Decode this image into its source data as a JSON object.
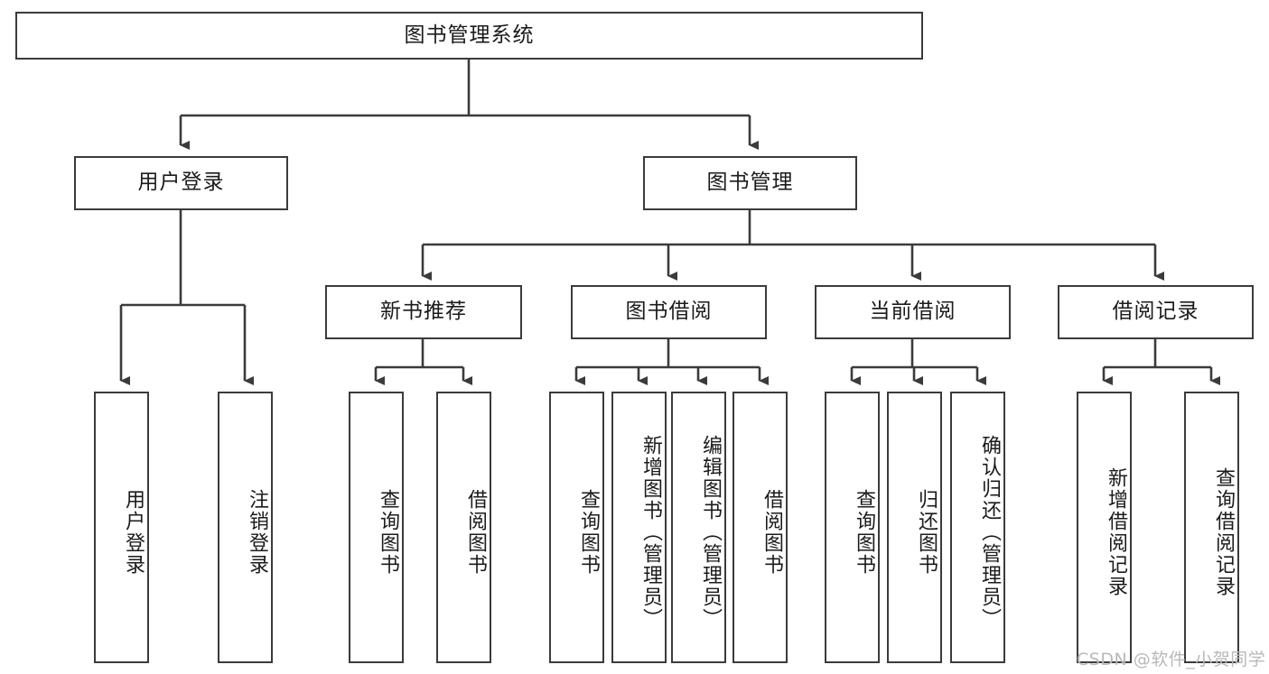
{
  "diagram": {
    "title": "图书管理系统",
    "type": "tree-hierarchy",
    "watermark": "CSDN @软件_小贺同学",
    "colors": {
      "stroke": "#3b3b3b",
      "fill": "#ffffff",
      "text": "#1b1b1b",
      "watermark": "#b9b9b9"
    },
    "nodes": {
      "root": "图书管理系统",
      "level2": {
        "user_login": "用户登录",
        "book_manage": "图书管理"
      },
      "level3": {
        "new_book_recommend": "新书推荐",
        "book_borrow": "图书借阅",
        "current_borrow": "当前借阅",
        "borrow_record": "借阅记录"
      },
      "leaves": {
        "user_login_1": "用户登录",
        "user_login_2": "注销登录",
        "recommend_1": "查询图书",
        "recommend_2": "借阅图书",
        "borrow_1": "查询图书",
        "borrow_2": "新增图书（管理员）",
        "borrow_3": "编辑图书（管理员）",
        "borrow_4": "借阅图书",
        "current_1": "查询图书",
        "current_2": "归还图书",
        "current_3": "确认归还（管理员）",
        "record_1": "新增借阅记录",
        "record_2": "查询借阅记录"
      }
    }
  }
}
